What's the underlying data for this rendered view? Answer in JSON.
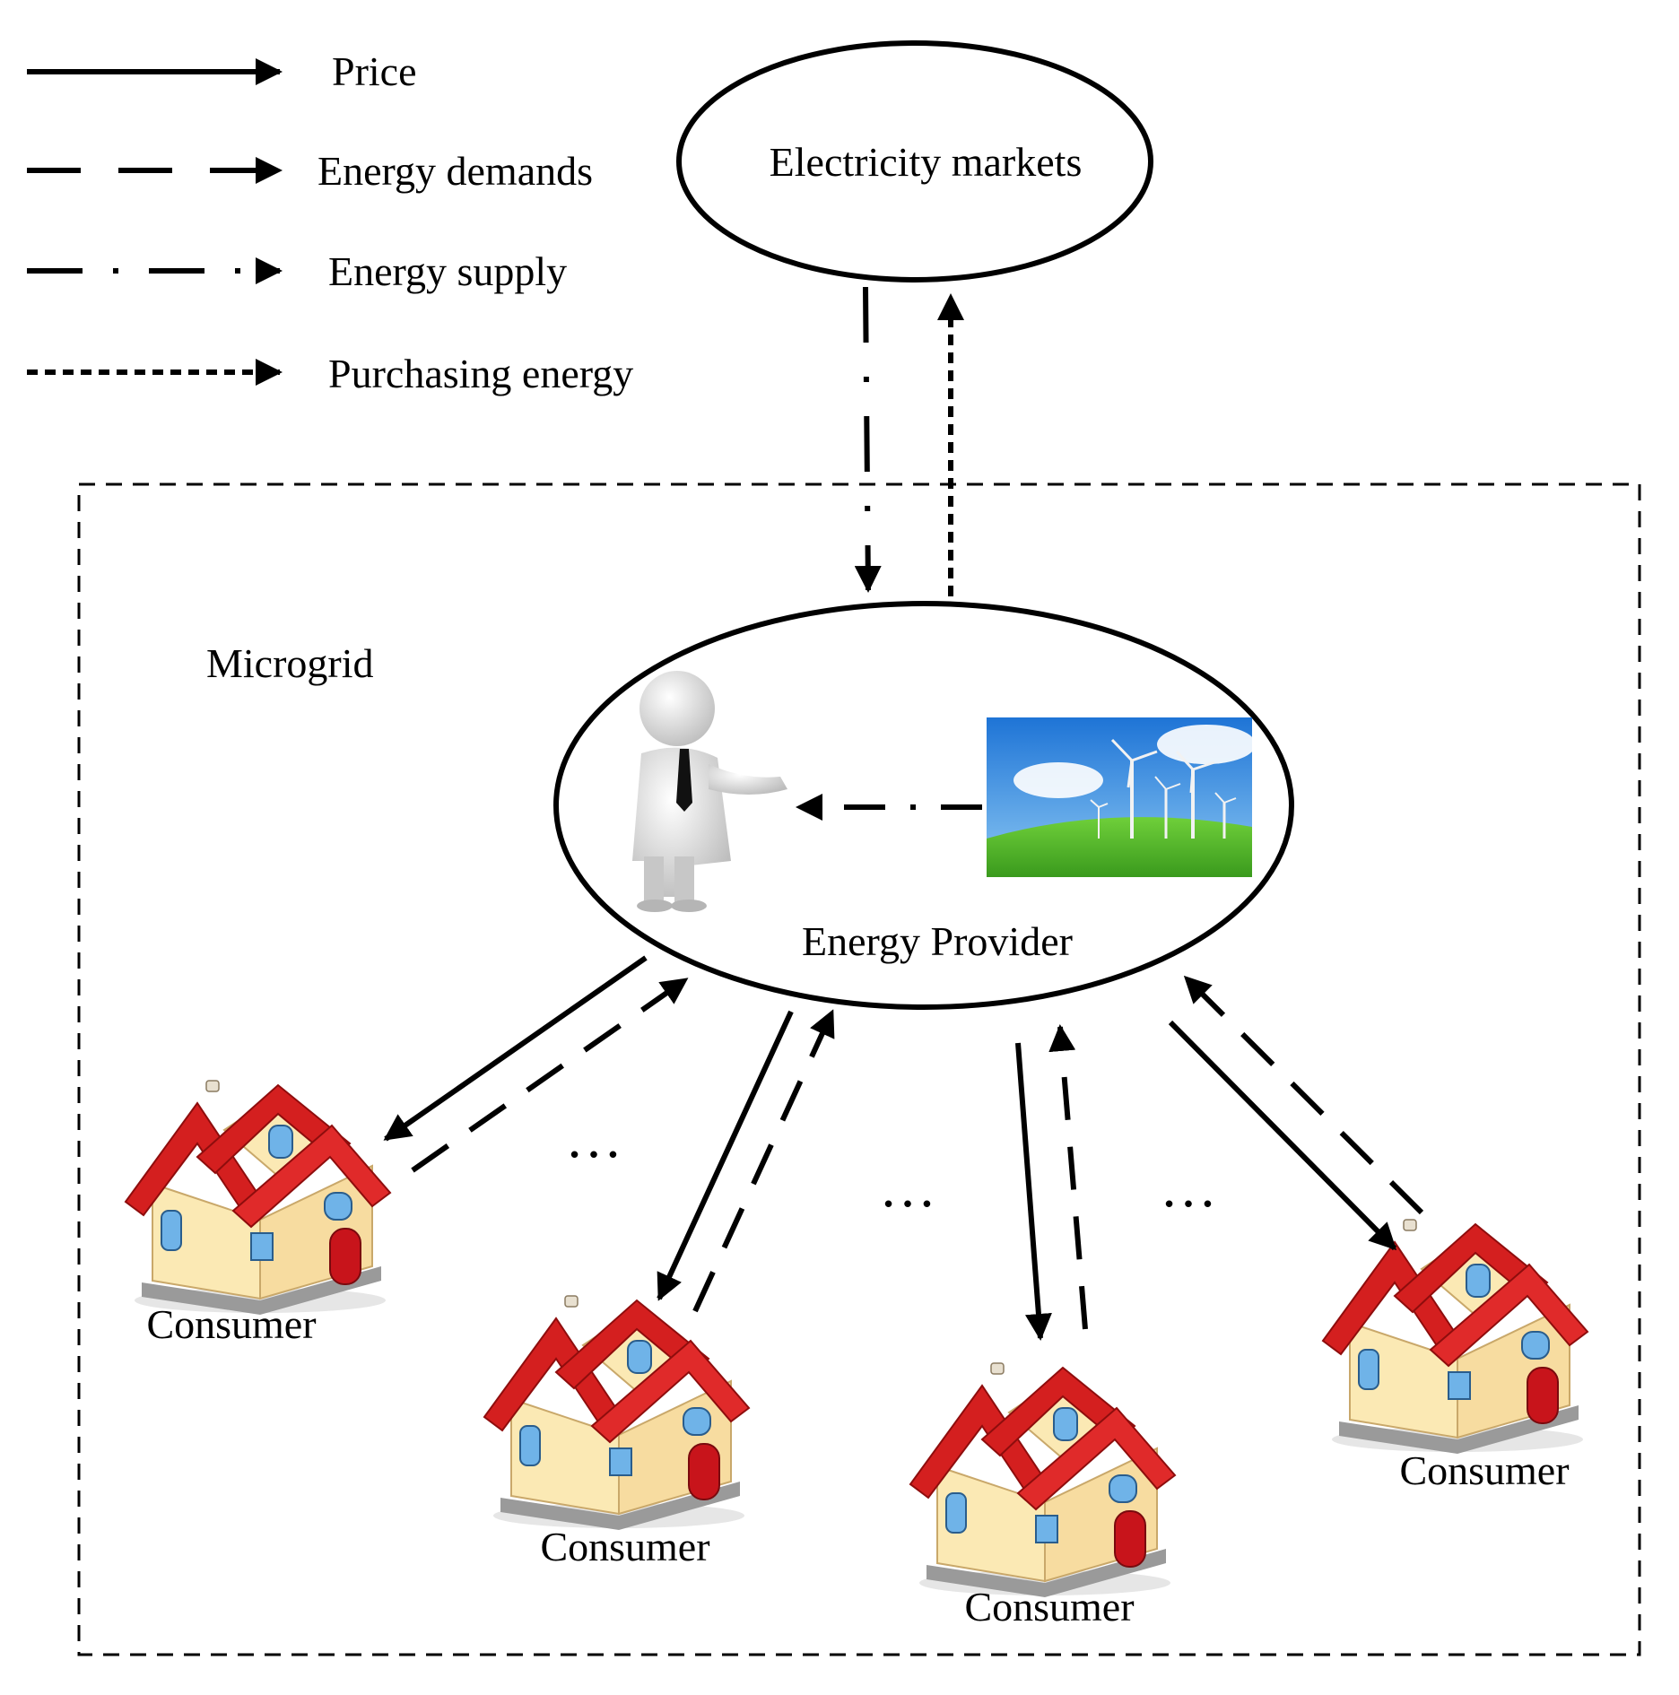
{
  "legend": {
    "items": [
      {
        "label": "Price",
        "style": "solid"
      },
      {
        "label": "Energy demands",
        "style": "dashed"
      },
      {
        "label": "Energy supply",
        "style": "dash-dot"
      },
      {
        "label": "Purchasing energy",
        "style": "dotted"
      }
    ]
  },
  "nodes": {
    "market": "Electricity markets",
    "microgrid": "Microgrid",
    "provider": "Energy Provider",
    "consumers": [
      "Consumer",
      "Consumer",
      "Consumer",
      "Consumer"
    ],
    "ellipsis": "…"
  },
  "icons": {
    "provider_person": "businessman-icon",
    "renewable_source": "wind-farm-icon",
    "consumer": "house-icon"
  },
  "colors": {
    "roof": "#d41f1f",
    "wall": "#fbe9b4",
    "sky": "#2f8fe0",
    "grass": "#4fb82a",
    "line": "#000000"
  }
}
